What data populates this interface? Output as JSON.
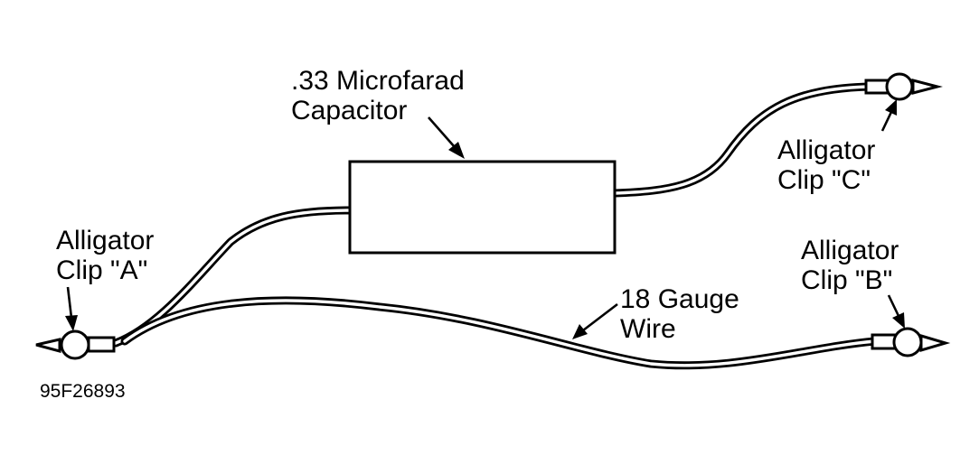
{
  "labels": {
    "capacitor": {
      "line1": ".33 Microfarad",
      "line2": "Capacitor"
    },
    "clip_a": {
      "line1": "Alligator",
      "line2": "Clip \"A\""
    },
    "clip_b": {
      "line1": "Alligator",
      "line2": "Clip \"B\""
    },
    "clip_c": {
      "line1": "Alligator",
      "line2": "Clip \"C\""
    },
    "wire": {
      "line1": "18 Gauge",
      "line2": "Wire"
    }
  },
  "figure_id": "95F26893"
}
